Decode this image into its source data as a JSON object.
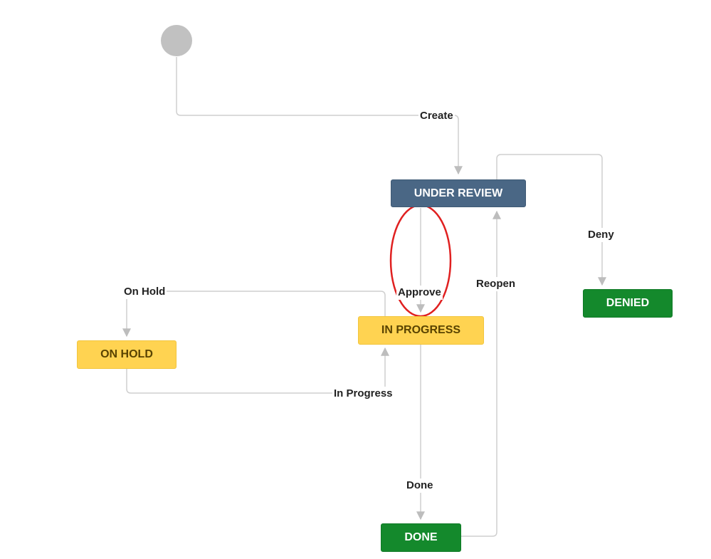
{
  "statuses": {
    "under_review": "UNDER REVIEW",
    "in_progress": "IN PROGRESS",
    "on_hold": "ON HOLD",
    "done": "DONE",
    "denied": "DENIED"
  },
  "transitions": {
    "create": "Create",
    "approve": "Approve",
    "deny": "Deny",
    "reopen": "Reopen",
    "on_hold": "On Hold",
    "in_progress": "In Progress",
    "done": "Done"
  },
  "colors": {
    "under_review": "#4a6785",
    "in_progress": "#ffd351",
    "on_hold": "#ffd351",
    "done": "#14892c",
    "denied": "#14892c",
    "connector": "#cccccc",
    "highlight": "#e02020",
    "start_node": "#c1c1c1"
  }
}
